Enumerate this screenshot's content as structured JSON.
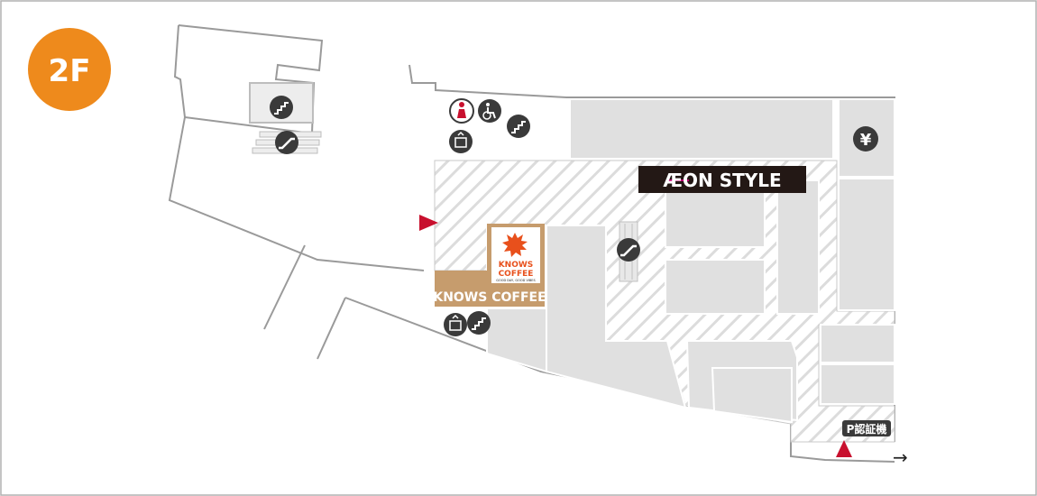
{
  "floor": {
    "label": "2F",
    "badge_color": "#ee8a1c"
  },
  "anchor_store": {
    "name": "ÆON STYLE",
    "bg_color": "#231815",
    "accent_color": "#b7006e"
  },
  "cafe": {
    "label": "KNOWS COFFEE",
    "logo_line1": "KNOWS",
    "logo_line2": "COFFEE",
    "logo_tagline": "GOOD DAY, GOOD VIBES",
    "color": "#c69c6d",
    "logo_color": "#e8501c"
  },
  "services": {
    "parking_validation": "P認証機",
    "atm_symbol": "¥",
    "exit_arrow": "→"
  },
  "icons": {
    "restroom": "restroom-icon",
    "accessible_restroom": "wheelchair-icon",
    "stairs": "stairs-icon",
    "elevator": "elevator-icon",
    "escalator": "escalator-icon",
    "atm": "yen-icon",
    "entrance": "entrance-marker-icon"
  },
  "colors": {
    "icon_bg": "#3a3a3a",
    "store_fill": "#e0e0e0",
    "corridor_hatch": "#d8d8d8",
    "entrance_marker": "#c8102e",
    "outline": "#9a9a9a"
  }
}
